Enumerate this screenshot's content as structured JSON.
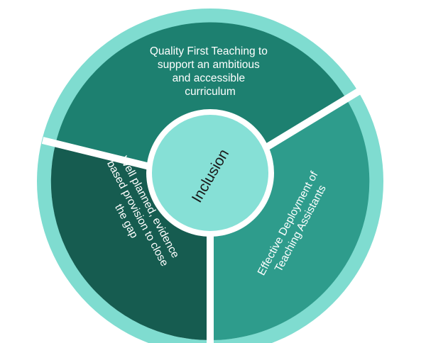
{
  "diagram": {
    "center": {
      "label": "Inclusion"
    },
    "segments": [
      {
        "id": "top",
        "lines": [
          "Quality First Teaching to",
          "support an ambitious",
          "and accessible",
          "curriculum"
        ],
        "color": "#1d8070"
      },
      {
        "id": "right",
        "lines": [
          "Effective Deployment of",
          "Teaching Assistants"
        ],
        "color": "#2e9c8c"
      },
      {
        "id": "left",
        "lines": [
          "Well planned, evidence",
          "based provision to close",
          "the gap"
        ],
        "color": "#165c50"
      }
    ],
    "colors": {
      "outer_ring": "#7fdcd0",
      "center_fill": "#86e0d6",
      "separator": "#ffffff"
    }
  }
}
